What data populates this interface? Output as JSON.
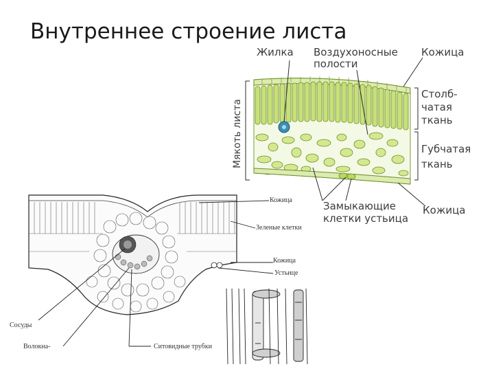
{
  "title": "Внутреннее строение листа",
  "upper_figure": {
    "labels": {
      "vein": "Жилка",
      "air_cavities_1": "Воздухоносные",
      "air_cavities_2": "полости",
      "skin_top": "Кожица",
      "palisade_1": "Столб-",
      "palisade_2": "чатая",
      "palisade_3": "ткань",
      "spongy_1": "Губчатая",
      "spongy_2": "ткань",
      "guard_cells_1": "Замыкающие",
      "guard_cells_2": "клетки устьица",
      "skin_bottom": "Кожица",
      "mesophyll": "Мякоть листа"
    }
  },
  "lower_figure": {
    "labels": {
      "skin_top": "Кожица",
      "green_cells": "Зеленые клетки",
      "skin_bottom": "Кожица",
      "stoma": "Устьице",
      "vessels": "Сосуды",
      "fibers": "Волокна-",
      "sieve_tubes": "Ситовидные трубки"
    }
  }
}
